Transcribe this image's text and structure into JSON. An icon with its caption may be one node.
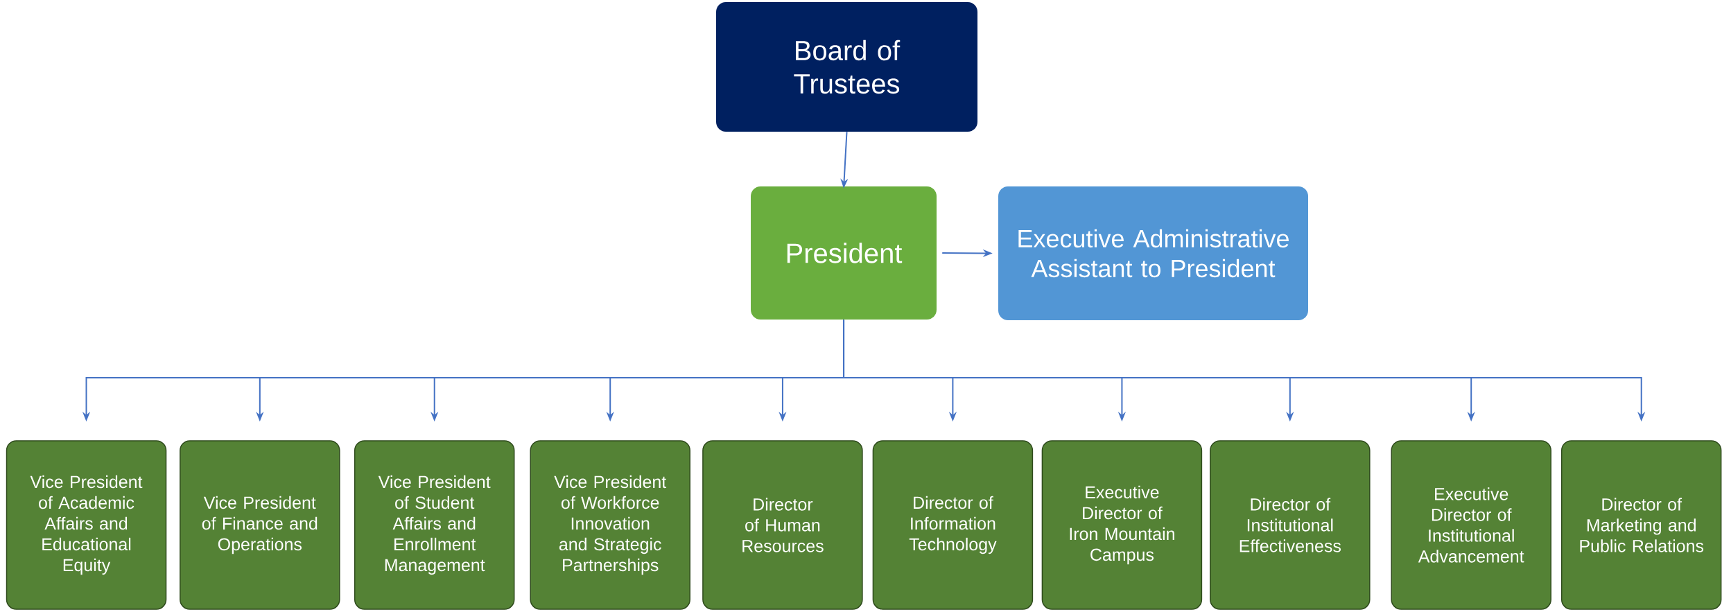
{
  "diagram": {
    "nodes": [
      {
        "text": [
          "Board of Trustees"
        ]
      },
      {
        "text": [
          "President"
        ]
      },
      {
        "text": [
          "Executive Administrative Assistant to President"
        ]
      },
      {
        "text": [
          "Vice President of Academic Affairs and Educational Equity"
        ]
      },
      {
        "text": [
          "Vice President of Finance and Operations"
        ]
      },
      {
        "text": [
          "Vice President of Student Affairs and Enrollment Management"
        ]
      },
      {
        "text": [
          "Vice President of Workforce Innovation and Strategic Partnerships"
        ]
      },
      {
        "text": [
          "Director of Human Resources"
        ]
      },
      {
        "text": [
          "Director of Information Technology"
        ]
      },
      {
        "text": [
          "Executive Director of Iron Mountain Campus"
        ]
      },
      {
        "text": [
          "Director of Institutional Effectiveness"
        ]
      },
      {
        "text": [
          "Executive Director of Institutional Advancement"
        ]
      },
      {
        "text": [
          "Director of Marketing and Public Relations"
        ]
      }
    ],
    "edges": [
      {
        "from": 0,
        "to": 1,
        "arrow": "to"
      },
      {
        "from": 1,
        "to": 2,
        "arrow": "to"
      },
      {
        "from": 1,
        "to": 3,
        "arrow": "to"
      },
      {
        "from": 1,
        "to": 4,
        "arrow": "to"
      },
      {
        "from": 1,
        "to": 5,
        "arrow": "to"
      },
      {
        "from": 1,
        "to": 6,
        "arrow": "to"
      },
      {
        "from": 1,
        "to": 7,
        "arrow": "to"
      },
      {
        "from": 1,
        "to": 8,
        "arrow": "to"
      },
      {
        "from": 1,
        "to": 9,
        "arrow": "to"
      },
      {
        "from": 1,
        "to": 10,
        "arrow": "to"
      },
      {
        "from": 1,
        "to": 11,
        "arrow": "to"
      },
      {
        "from": 1,
        "to": 12,
        "arrow": "to"
      }
    ]
  }
}
